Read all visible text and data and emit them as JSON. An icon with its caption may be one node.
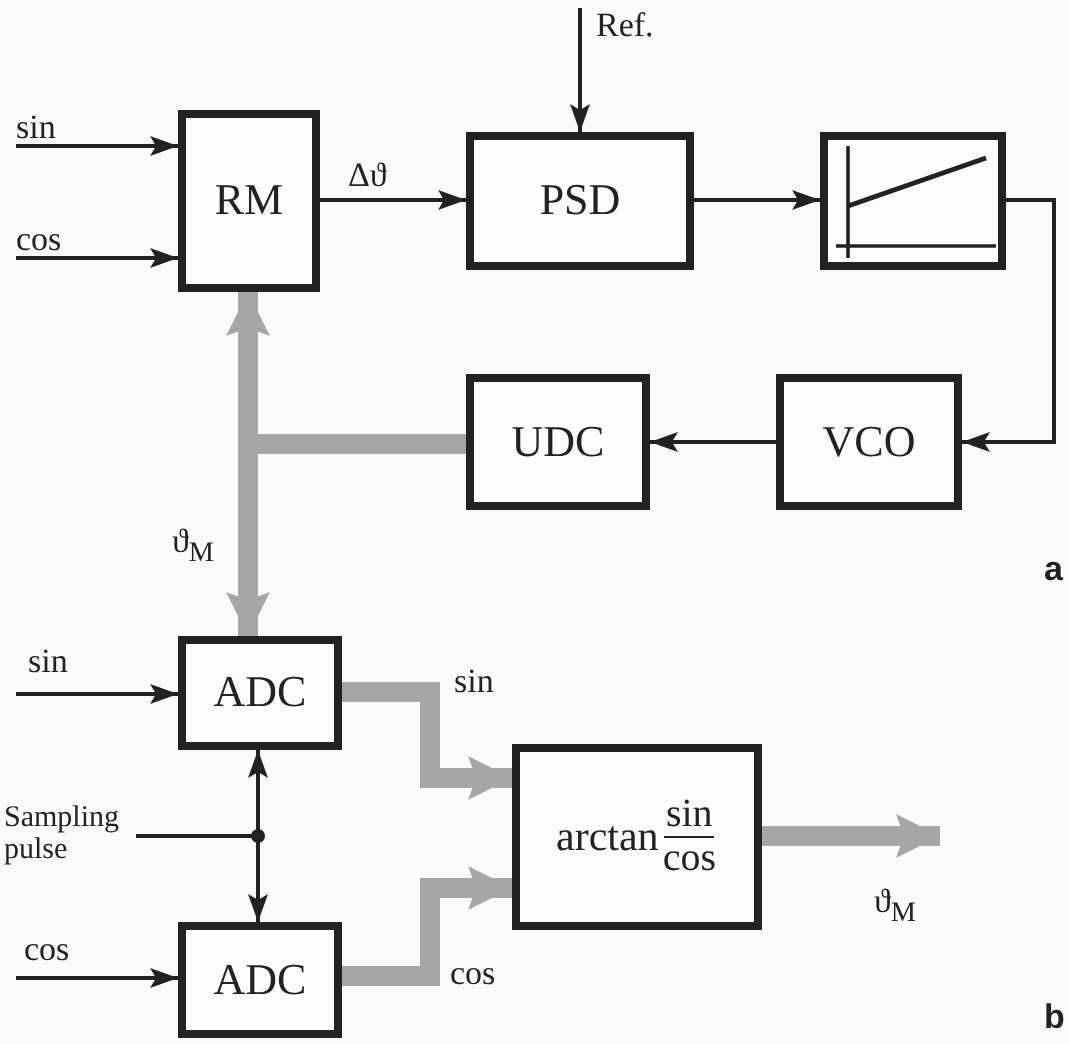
{
  "diagram": {
    "nodes": [
      {
        "text": [
          "RM"
        ]
      },
      {
        "text": [
          "PSD"
        ]
      },
      {
        "text": [],
        "shape": "box"
      },
      {
        "text": [
          "UDC"
        ]
      },
      {
        "text": [
          "VCO"
        ]
      },
      {
        "text": [
          "ADC"
        ]
      },
      {
        "text": [
          "ADC"
        ]
      },
      {
        "text": [
          "arctan",
          "sin",
          "cos"
        ]
      },
      {
        "text": [
          "Sampling pulse"
        ]
      }
    ],
    "edges": [
      {
        "from": null,
        "to": 0,
        "arrow": "to",
        "label": "sin"
      },
      {
        "from": null,
        "to": 0,
        "arrow": "to",
        "label": "cos"
      },
      {
        "from": 0,
        "to": 1,
        "arrow": "to",
        "label": "Δϑ"
      },
      {
        "from": null,
        "to": 1,
        "arrow": "to",
        "label": "Ref."
      },
      {
        "from": 1,
        "to": 2,
        "arrow": "to"
      },
      {
        "from": 2,
        "to": 4,
        "arrow": "to"
      },
      {
        "from": 4,
        "to": 3,
        "arrow": "to"
      },
      {
        "from": 3,
        "to": 0,
        "arrow": "to",
        "style": "thick",
        "color": "#a6a6a6"
      },
      {
        "from": 3,
        "to": 5,
        "arrow": "to",
        "style": "thick",
        "color": "#a6a6a6",
        "label": "ϑ$_{M}$"
      },
      {
        "from": null,
        "to": 5,
        "arrow": "to",
        "label": "sin"
      },
      {
        "from": null,
        "to": 6,
        "arrow": "to",
        "label": "cos"
      },
      {
        "from": 8,
        "to": 5,
        "arrow": "to"
      },
      {
        "from": 8,
        "to": 6,
        "arrow": "to"
      },
      {
        "from": 5,
        "to": 7,
        "arrow": "to",
        "style": "thick",
        "color": "#a6a6a6",
        "label": "sin"
      },
      {
        "from": 6,
        "to": 7,
        "arrow": "to",
        "style": "thick",
        "color": "#a6a6a6",
        "label": "cos"
      },
      {
        "from": 7,
        "to": null,
        "arrow": "to",
        "style": "thick",
        "color": "#a6a6a6",
        "label": "ϑ$_{M}$"
      }
    ],
    "labels": [
      "a",
      "b"
    ]
  }
}
